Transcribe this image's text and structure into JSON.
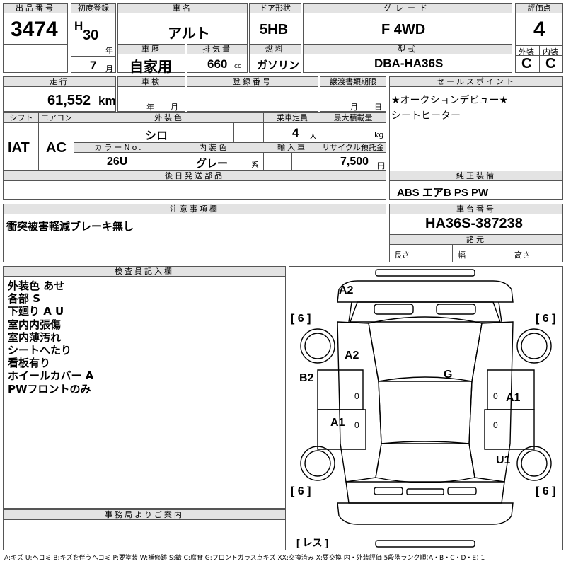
{
  "lot": {
    "label": "出品番号",
    "value": "3474"
  },
  "first_reg": {
    "label": "初度登録",
    "era": "H",
    "year": "30",
    "year_unit": "年",
    "month": "7",
    "month_unit": "月"
  },
  "car_name": {
    "label": "車名",
    "value": "アルト"
  },
  "door": {
    "label": "ドア形状",
    "value": "5HB"
  },
  "grade": {
    "label": "グレード",
    "value": "F 4WD"
  },
  "score": {
    "label": "評価点",
    "value": "4",
    "ext_label": "外装",
    "int_label": "内装",
    "ext": "C",
    "int": "C"
  },
  "history": {
    "label": "車歴",
    "value": "自家用"
  },
  "displacement": {
    "label": "排気量",
    "value": "660",
    "unit": "cc"
  },
  "fuel": {
    "label": "燃料",
    "value": "ガソリン"
  },
  "model_code": {
    "label": "型式",
    "value": "DBA-HA36S"
  },
  "mileage": {
    "label": "走行",
    "value": "61,552",
    "unit": "km"
  },
  "inspection": {
    "label": "車検",
    "year_unit": "年",
    "month_unit": "月"
  },
  "registration": {
    "label": "登録番号"
  },
  "transfer_doc": {
    "label": "譲渡書類期限",
    "month_unit": "月",
    "day_unit": "日"
  },
  "selling_points": {
    "label": "セールスポイント",
    "lines": [
      "★オークションデビュー★",
      "シートヒーター"
    ]
  },
  "shift": {
    "label": "シフト",
    "value": "IAT"
  },
  "aircon": {
    "label": "エアコン",
    "value": "AC"
  },
  "ext_color": {
    "label": "外装色",
    "value": "シロ"
  },
  "capacity": {
    "label": "乗車定員",
    "value": "4",
    "unit": "人"
  },
  "max_load": {
    "label": "最大積載量",
    "unit": "kg"
  },
  "color_no": {
    "label": "カラーNo.",
    "value": "26U"
  },
  "int_color": {
    "label": "内装色",
    "value": "グレー",
    "suffix": "系"
  },
  "import": {
    "label": "輸入車"
  },
  "recycle": {
    "label": "リサイクル預託金",
    "value": "7,500",
    "unit": "円"
  },
  "later_parts": {
    "label": "後日発送部品"
  },
  "equipment": {
    "label": "純正装備",
    "value": "ABS エアB PS PW"
  },
  "notes": {
    "label": "注意事項欄",
    "value": "衝突被害軽減ブレーキ無し"
  },
  "chassis": {
    "label": "車台番号",
    "value": "HA36S-387238"
  },
  "specs": {
    "label": "諸元",
    "length": "長さ",
    "width": "幅",
    "height": "高さ"
  },
  "inspector": {
    "label": "検査員記入欄",
    "lines": [
      "外装色 あせ",
      "各部 S",
      "下廻り A U",
      "室内内張傷",
      "室内薄汚れ",
      "シートへたり",
      "看板有り",
      "ホイールカバー A",
      "PWフロントのみ"
    ]
  },
  "office": {
    "label": "事務局よりご案内"
  },
  "diagram": {
    "tires": [
      "[ 6 ]",
      "[ 6 ]",
      "[ 6 ]",
      "[ 6 ]"
    ],
    "spare": "[ レス ]",
    "marks": [
      "A2",
      "A2",
      "B2",
      "G",
      "A1",
      "A1",
      "U1"
    ],
    "zeros": [
      "0",
      "0",
      "0",
      "0"
    ]
  },
  "legend": "A:キズ U:ヘコミ B:キズを伴うヘコミ P:要塗装 W:補修跡 S:錆 C:腐食 G:フロントガラス点キズ XX:交換済み X:要交換 内・外装評価 5段階ランク順(A・B・C・D・E) 1"
}
